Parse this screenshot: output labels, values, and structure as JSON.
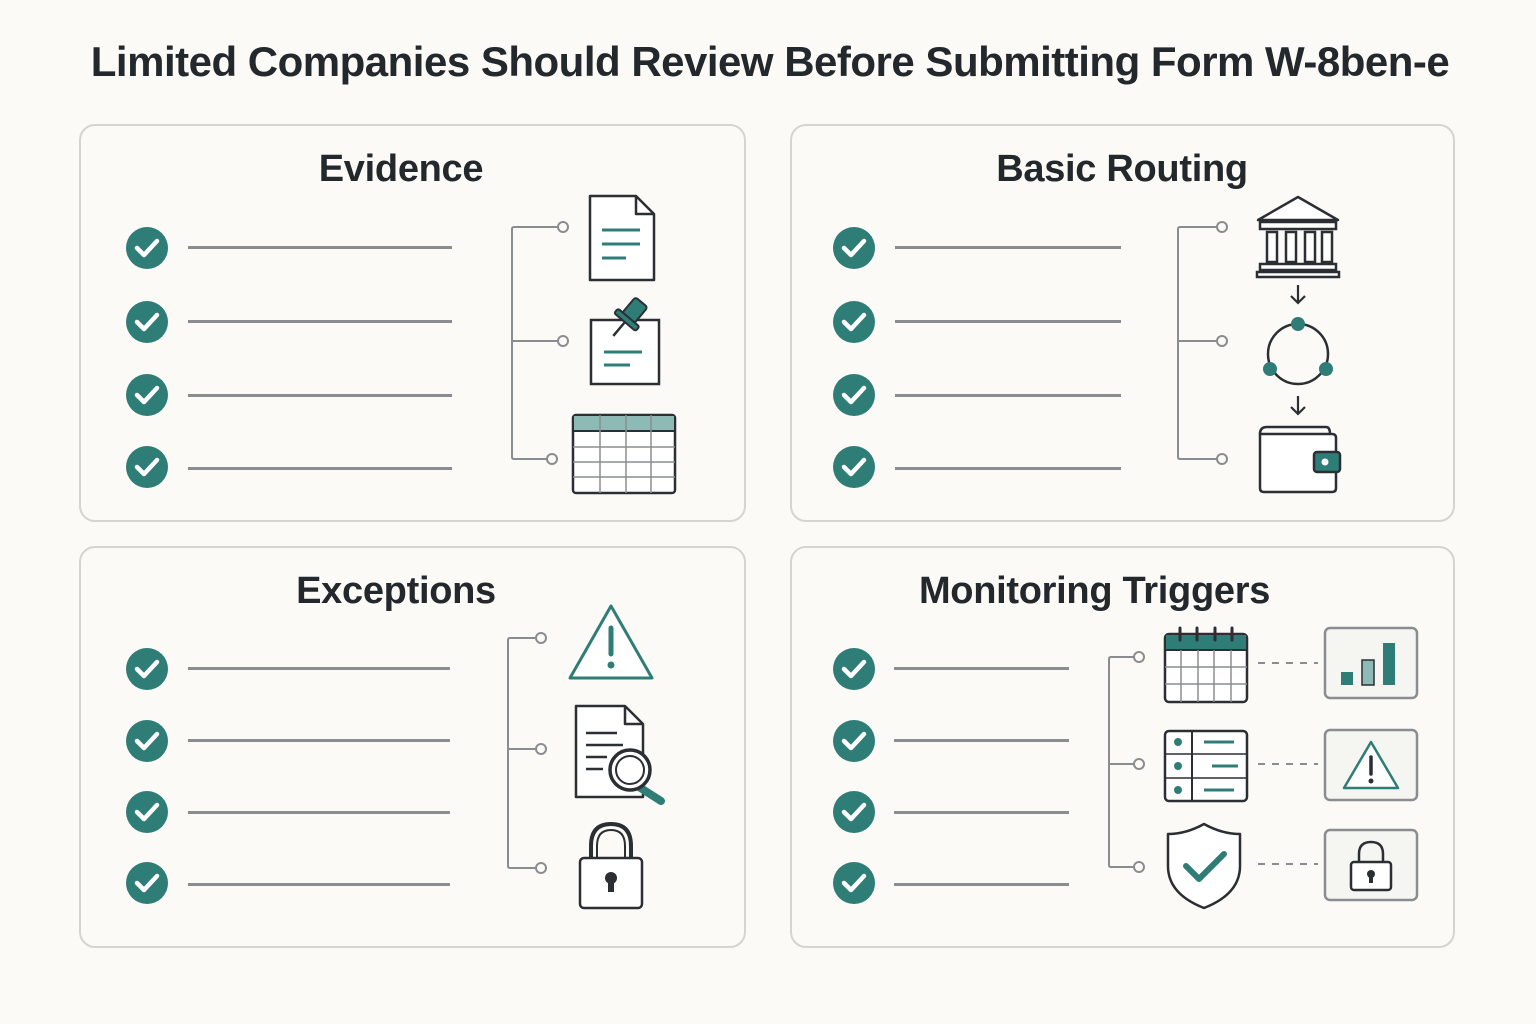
{
  "title": "Limited Companies Should Review Before Submitting Form W-8ben-e",
  "colors": {
    "accent": "#2e7d76",
    "stroke": "#2b2f33",
    "line": "#8a8d8f",
    "panel_border": "#d4d4d0",
    "background": "#fbfaf6"
  },
  "panels": [
    {
      "title": "Evidence",
      "items": 4,
      "icons": [
        "document-icon",
        "pinned-note-icon",
        "spreadsheet-icon"
      ]
    },
    {
      "title": "Basic Routing",
      "items": 4,
      "icons": [
        "bank-icon",
        "cycle-icon",
        "wallet-icon"
      ]
    },
    {
      "title": "Exceptions",
      "items": 4,
      "icons": [
        "warning-icon",
        "document-search-icon",
        "padlock-icon"
      ]
    },
    {
      "title": "Monitoring Triggers",
      "items": 4,
      "icons": [
        "calendar-icon",
        "list-icon",
        "shield-check-icon",
        "bar-chart-icon",
        "warning-icon",
        "padlock-icon"
      ]
    }
  ]
}
